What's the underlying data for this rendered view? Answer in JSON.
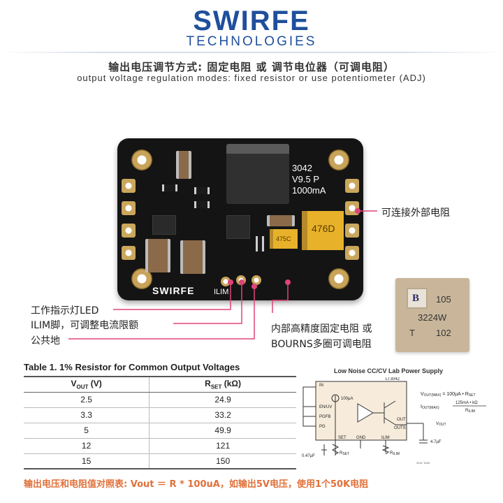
{
  "header": {
    "logo_main": "SWIRFE",
    "logo_sub": "TECHNOLOGIES",
    "title_cn": "输出电压调节方式: 固定电阻 或 调节电位器（可调电阻）",
    "title_en": "output voltage regulation modes: fixed resistor or use potentiometer (ADJ)"
  },
  "board": {
    "silk_lines": [
      "3042",
      "V9.5 P",
      "1000mA"
    ],
    "brand": "SWIRFE",
    "ilim": "ILIM",
    "tan_cap_1": "476D",
    "tan_cap_2": "475C"
  },
  "callouts": {
    "external_resistor": "可连接外部电阻",
    "led": "工作指示灯LED",
    "ilim_pin": "ILIM脚，可调整电流限额",
    "ground": "公共地",
    "fixed_resistor_l1": "内部高精度固定电阻 或",
    "fixed_resistor_l2": "BOURNS多圈可调电阻"
  },
  "potentiometer": {
    "code": "105",
    "model": "3224W",
    "value": "102",
    "mark": "T"
  },
  "table": {
    "title": "Table 1. 1% Resistor for Common Output Voltages",
    "col_vout": "V",
    "col_vout_sub": "OUT",
    "col_vout_unit": " (V)",
    "col_rset": "R",
    "col_rset_sub": "SET",
    "col_rset_unit": " (kΩ)",
    "rows": [
      [
        "2.5",
        "24.9"
      ],
      [
        "3.3",
        "33.2"
      ],
      [
        "5",
        "49.9"
      ],
      [
        "12",
        "121"
      ],
      [
        "15",
        "150"
      ]
    ]
  },
  "schematic": {
    "title": "Low Noise CC/CV Lab Power Supply",
    "chip": "LT3042",
    "pins": [
      "IN",
      "EN/UV",
      "PGFB",
      "PG",
      "OUT",
      "OUTS",
      "SET",
      "GND",
      "ILIM"
    ],
    "current": "100µA",
    "formula_v": "V",
    "formula_v_sub": "OUT(MAX)",
    "formula_v_rhs": " = 100µA • R",
    "formula_v_rhs_sub": "SET",
    "formula_i": "I",
    "formula_i_sub": "OUT(MAX)",
    "formula_i_num": "125mA • kΩ",
    "formula_i_den": "R",
    "formula_i_den_sub": "ILIM",
    "vout": "V",
    "vout_sub": "OUT",
    "cap_out": "4.7µF",
    "cap_set": "0.47µF",
    "rset": "R",
    "rset_sub": "SET",
    "rilim": "R",
    "rilim_sub": "ILIM",
    "ref": "3042 TA05"
  },
  "footer": "输出电压和电阻值对照表: Vout ＝ R * 100uA，如输出5V电压，使用1个50K电阻",
  "colors": {
    "brand_blue": "#1f4f9c",
    "callout_pink": "#e0437a",
    "footer_orange": "#e0703a"
  }
}
